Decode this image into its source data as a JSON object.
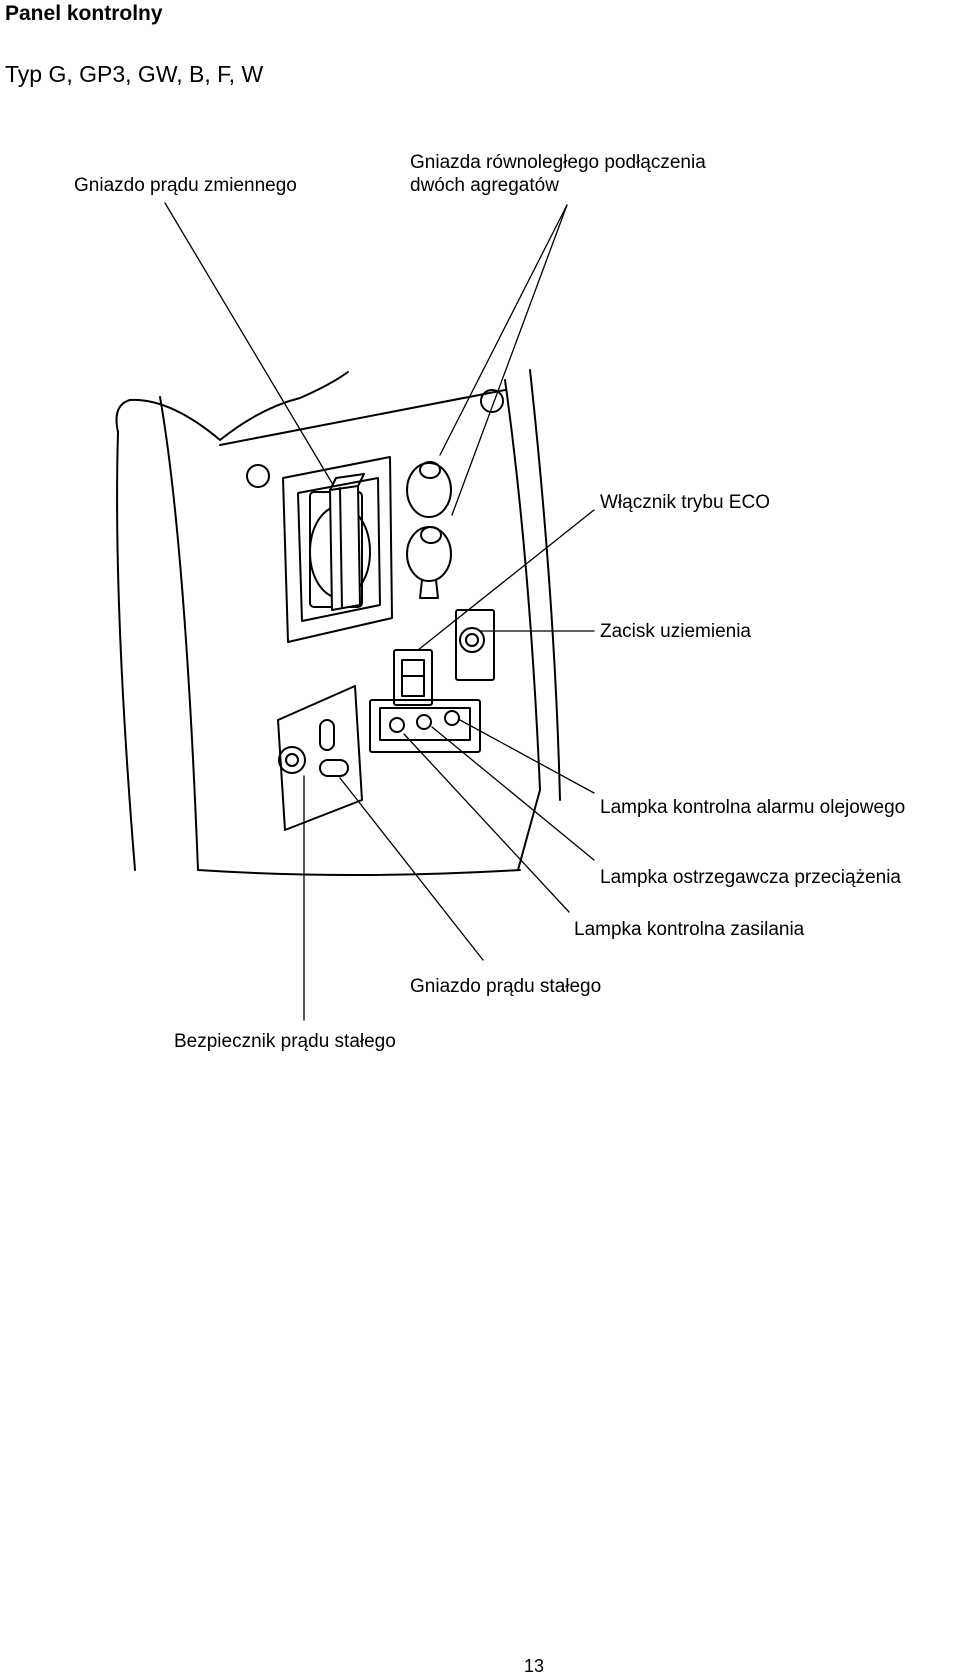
{
  "document": {
    "title": "Panel kontrolny",
    "subtitle": "Typ G, GP3, GW, B, F, W",
    "page_number": "13"
  },
  "labels": {
    "ac_socket": "Gniazdo prądu zmiennego",
    "parallel_sockets_line1": "Gniazda równoległego podłączenia",
    "parallel_sockets_line2": "dwóch agregatów",
    "eco_switch": "Włącznik trybu ECO",
    "ground_terminal": "Zacisk uziemienia",
    "oil_alarm_lamp": "Lampka kontrolna alarmu olejowego",
    "overload_lamp": "Lampka ostrzegawcza przeciążenia",
    "power_lamp": "Lampka kontrolna zasilania",
    "dc_socket": "Gniazdo prądu stałego",
    "dc_fuse": "Bezpiecznik prądu stałego"
  }
}
